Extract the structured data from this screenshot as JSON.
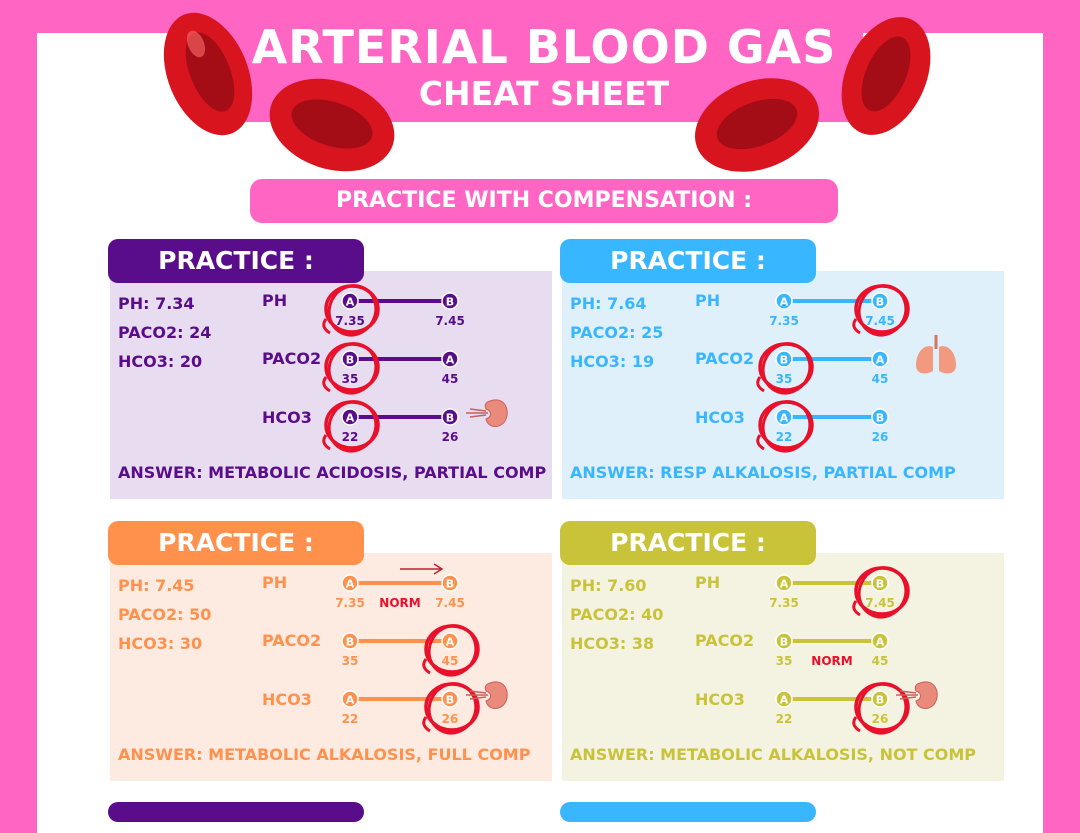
{
  "header": {
    "title": "ARTERIAL BLOOD GAS",
    "subtitle": "CHEAT SHEET",
    "section": "PRACTICE WITH COMPENSATION :"
  },
  "colors": {
    "pink": "#ff66c4",
    "purple": "#5a0d8a",
    "purple_bg": "#e7dcf0",
    "blue": "#38b6ff",
    "blue_bg": "#e0f0fb",
    "orange": "#ff914d",
    "orange_bg": "#fdebe1",
    "olive": "#c9c33a",
    "olive_bg": "#f4f3e1",
    "circle": "#e8102a"
  },
  "cards": [
    {
      "tab": "PRACTICE :",
      "values": [
        "PH: 7.34",
        "PACO2: 24",
        "HCO3: 20"
      ],
      "rows": [
        {
          "label": "PH",
          "left": "A",
          "right": "B",
          "left_num": "7.35",
          "right_num": "7.45",
          "circled": "left"
        },
        {
          "label": "PACO2",
          "left": "B",
          "right": "A",
          "left_num": "35",
          "right_num": "45",
          "circled": "left"
        },
        {
          "label": "HCO3",
          "left": "A",
          "right": "B",
          "left_num": "22",
          "right_num": "26",
          "circled": "left"
        }
      ],
      "icon": "kidney-icon",
      "icon_row": 2,
      "answer": "ANSWER: METABOLIC ACIDOSIS, PARTIAL COMP"
    },
    {
      "tab": "PRACTICE :",
      "values": [
        "PH: 7.64",
        "PACO2: 25",
        "HCO3: 19"
      ],
      "rows": [
        {
          "label": "PH",
          "left": "A",
          "right": "B",
          "left_num": "7.35",
          "right_num": "7.45",
          "circled": "right"
        },
        {
          "label": "PACO2",
          "left": "B",
          "right": "A",
          "left_num": "35",
          "right_num": "45",
          "circled": "left"
        },
        {
          "label": "HCO3",
          "left": "A",
          "right": "B",
          "left_num": "22",
          "right_num": "26",
          "circled": "left"
        }
      ],
      "icon": "lungs-icon",
      "icon_row": 1,
      "answer": "ANSWER: RESP ALKALOSIS, PARTIAL COMP"
    },
    {
      "tab": "PRACTICE :",
      "values": [
        "PH: 7.45",
        "PACO2: 50",
        "HCO3: 30"
      ],
      "rows": [
        {
          "label": "PH",
          "left": "A",
          "right": "B",
          "left_num": "7.35",
          "right_num": "7.45",
          "circled": "none",
          "note": "NORM",
          "arrow": true
        },
        {
          "label": "PACO2",
          "left": "B",
          "right": "A",
          "left_num": "35",
          "right_num": "45",
          "circled": "right"
        },
        {
          "label": "HCO3",
          "left": "A",
          "right": "B",
          "left_num": "22",
          "right_num": "26",
          "circled": "right"
        }
      ],
      "icon": "kidney-icon",
      "icon_row": 2,
      "answer": "ANSWER: METABOLIC ALKALOSIS, FULL COMP"
    },
    {
      "tab": "PRACTICE :",
      "values": [
        "PH: 7.60",
        "PACO2: 40",
        "HCO3: 38"
      ],
      "rows": [
        {
          "label": "PH",
          "left": "A",
          "right": "B",
          "left_num": "7.35",
          "right_num": "7.45",
          "circled": "right"
        },
        {
          "label": "PACO2",
          "left": "B",
          "right": "A",
          "left_num": "35",
          "right_num": "45",
          "circled": "none",
          "note": "NORM"
        },
        {
          "label": "HCO3",
          "left": "A",
          "right": "B",
          "left_num": "22",
          "right_num": "26",
          "circled": "right"
        }
      ],
      "icon": "kidney-icon",
      "icon_row": 2,
      "answer": "ANSWER: METABOLIC ALKALOSIS, NOT COMP"
    }
  ]
}
